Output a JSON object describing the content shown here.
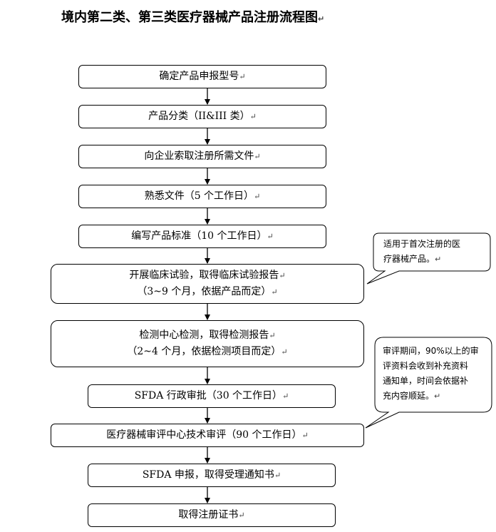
{
  "title": "境内第二类、第三类医疗器械产品注册流程图",
  "steps": [
    {
      "line1": "确定产品申报型号",
      "line2": ""
    },
    {
      "line1": "产品分类（II&III 类）",
      "line2": ""
    },
    {
      "line1": "向企业索取注册所需文件",
      "line2": ""
    },
    {
      "line1": "熟悉文件（5 个工作日）",
      "line2": ""
    },
    {
      "line1": "编写产品标准（10 个工作日）",
      "line2": ""
    },
    {
      "line1": "开展临床试验，取得临床试验报告",
      "line2": "（3~9 个月，依据产品而定）"
    },
    {
      "line1": "检测中心检测，取得检测报告",
      "line2": "（2~4 个月，依据检测项目而定）"
    },
    {
      "line1": "SFDA 行政审批（30 个工作日）",
      "line2": ""
    },
    {
      "line1": "医疗器械审评中心技术审评（90 个工作日）",
      "line2": ""
    },
    {
      "line1": "SFDA 申报，取得受理通知书",
      "line2": ""
    },
    {
      "line1": "取得注册证书",
      "line2": ""
    }
  ],
  "callouts": [
    {
      "lines": [
        "适用于首次注册的医",
        "疗器械产品。"
      ]
    },
    {
      "lines": [
        "审评期间，90%以上的审",
        "评资料会收到补充资料",
        "通知单，时间会依据补",
        "充内容顺延。"
      ]
    }
  ],
  "paragraph_mark": "↵"
}
